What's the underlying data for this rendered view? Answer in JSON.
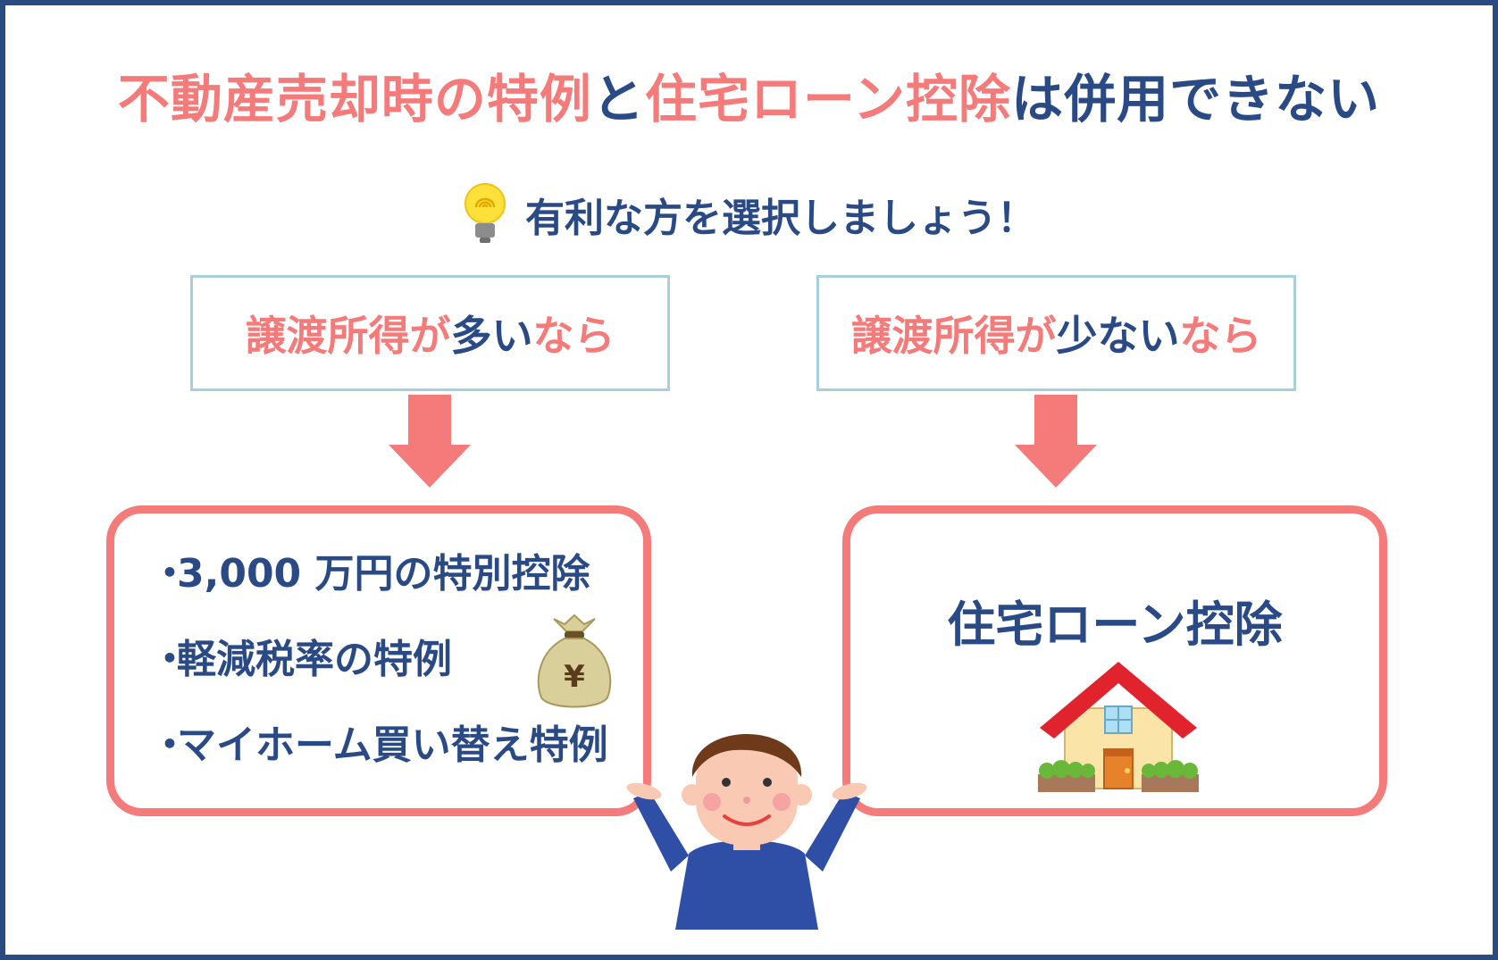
{
  "title": {
    "part1": "不動産売却時の特例",
    "part2": "と",
    "part3": "住宅ローン控除",
    "part4": "は併用できない"
  },
  "subtitle": "有利な方を選択しましょう！",
  "left": {
    "condition": {
      "part1": "譲渡所得が",
      "part2": "多い",
      "part3": "なら"
    },
    "items": [
      "3,000 万円の特別控除",
      "軽減税率の特例",
      "マイホーム買い替え特例"
    ]
  },
  "right": {
    "condition": {
      "part1": "譲渡所得が",
      "part2": "少ない",
      "part3": "なら"
    },
    "result": "住宅ローン控除"
  },
  "bullet_glyph": "・",
  "moneybag_symbol": "¥",
  "colors": {
    "pink": "#f57b7b",
    "navy": "#2a4a86",
    "frame": "#2a4a82",
    "condition_border": "#a7cfdc"
  },
  "icons": [
    "lightbulb-icon",
    "down-arrow-icon",
    "money-bag-icon",
    "house-icon",
    "person-illustration"
  ]
}
